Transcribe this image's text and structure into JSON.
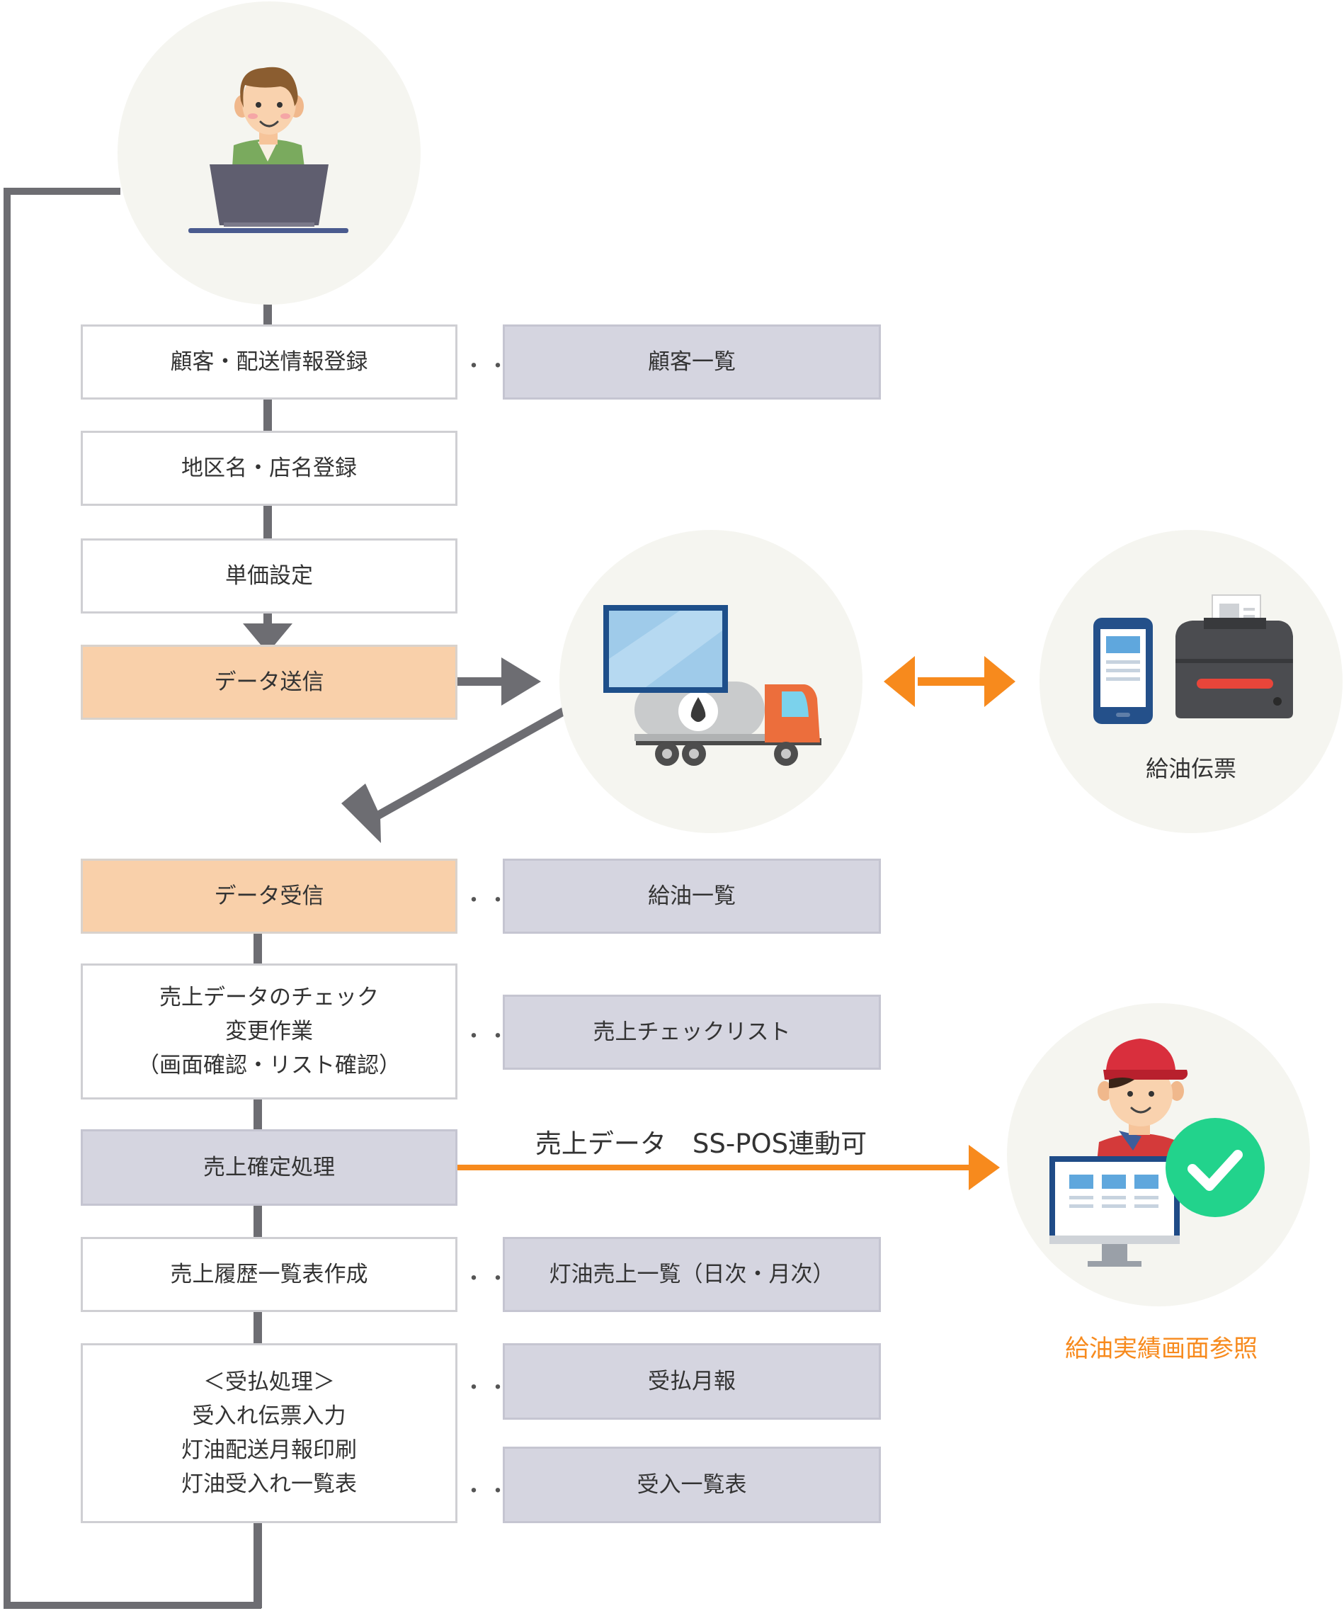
{
  "steps": {
    "customer_reg": "顧客・配送情報登録",
    "area_reg": "地区名・店名登録",
    "price": "単価設定",
    "send": "データ送信",
    "receive": "データ受信",
    "sales_check": "売上データのチェック\n変更作業\n（画面確認・リスト確認）",
    "confirm": "売上確定処理",
    "history": "売上履歴一覧表作成",
    "receipt": "＜受払処理＞\n受入れ伝票入力\n灯油配送月報印刷\n灯油受入れ一覧表"
  },
  "outputs": {
    "customer_list": "顧客一覧",
    "refuel_list": "給油一覧",
    "sales_checklist": "売上チェックリスト",
    "kerosene_sales": "灯油売上一覧（日次・月次）",
    "monthly": "受払月報",
    "receipt_list": "受入一覧表"
  },
  "labels": {
    "refuel_slip": "給油伝票",
    "ss_pos": "売上データ　SS-POS連動可",
    "refuel_result": "給油実績画面参照"
  },
  "dots": "・・・",
  "colors": {
    "line": "#6d6d72",
    "orange_arrow": "#f78a1d",
    "circle_bg": "#f5f5f0",
    "highlight_box": "#f9d0aa",
    "output_box": "#d5d5e0",
    "check_green": "#22d38c"
  },
  "icons": [
    "user-laptop-icon",
    "tanker-truck-icon",
    "smartphone-icon",
    "receipt-printer-icon",
    "staff-monitor-icon",
    "check-icon"
  ]
}
